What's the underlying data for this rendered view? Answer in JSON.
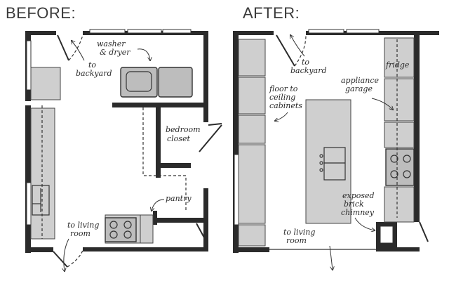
{
  "before": {
    "heading": "BEFORE:",
    "labels": {
      "washer_dryer": [
        "washer",
        "& dryer"
      ],
      "backyard": [
        "to",
        "backyard"
      ],
      "bedroom_closet": [
        "bedroom",
        "closet"
      ],
      "pantry": "pantry",
      "living_room": [
        "to living",
        "room"
      ]
    }
  },
  "after": {
    "heading": "AFTER:",
    "labels": {
      "backyard": [
        "to",
        "backyard"
      ],
      "fridge": "fridge",
      "appliance_garage": [
        "appliance",
        "garage"
      ],
      "cabinets": [
        "floor to",
        "ceiling",
        "cabinets"
      ],
      "chimney": [
        "exposed",
        "brick",
        "chimney"
      ],
      "living_room": [
        "to living",
        "room"
      ]
    }
  }
}
